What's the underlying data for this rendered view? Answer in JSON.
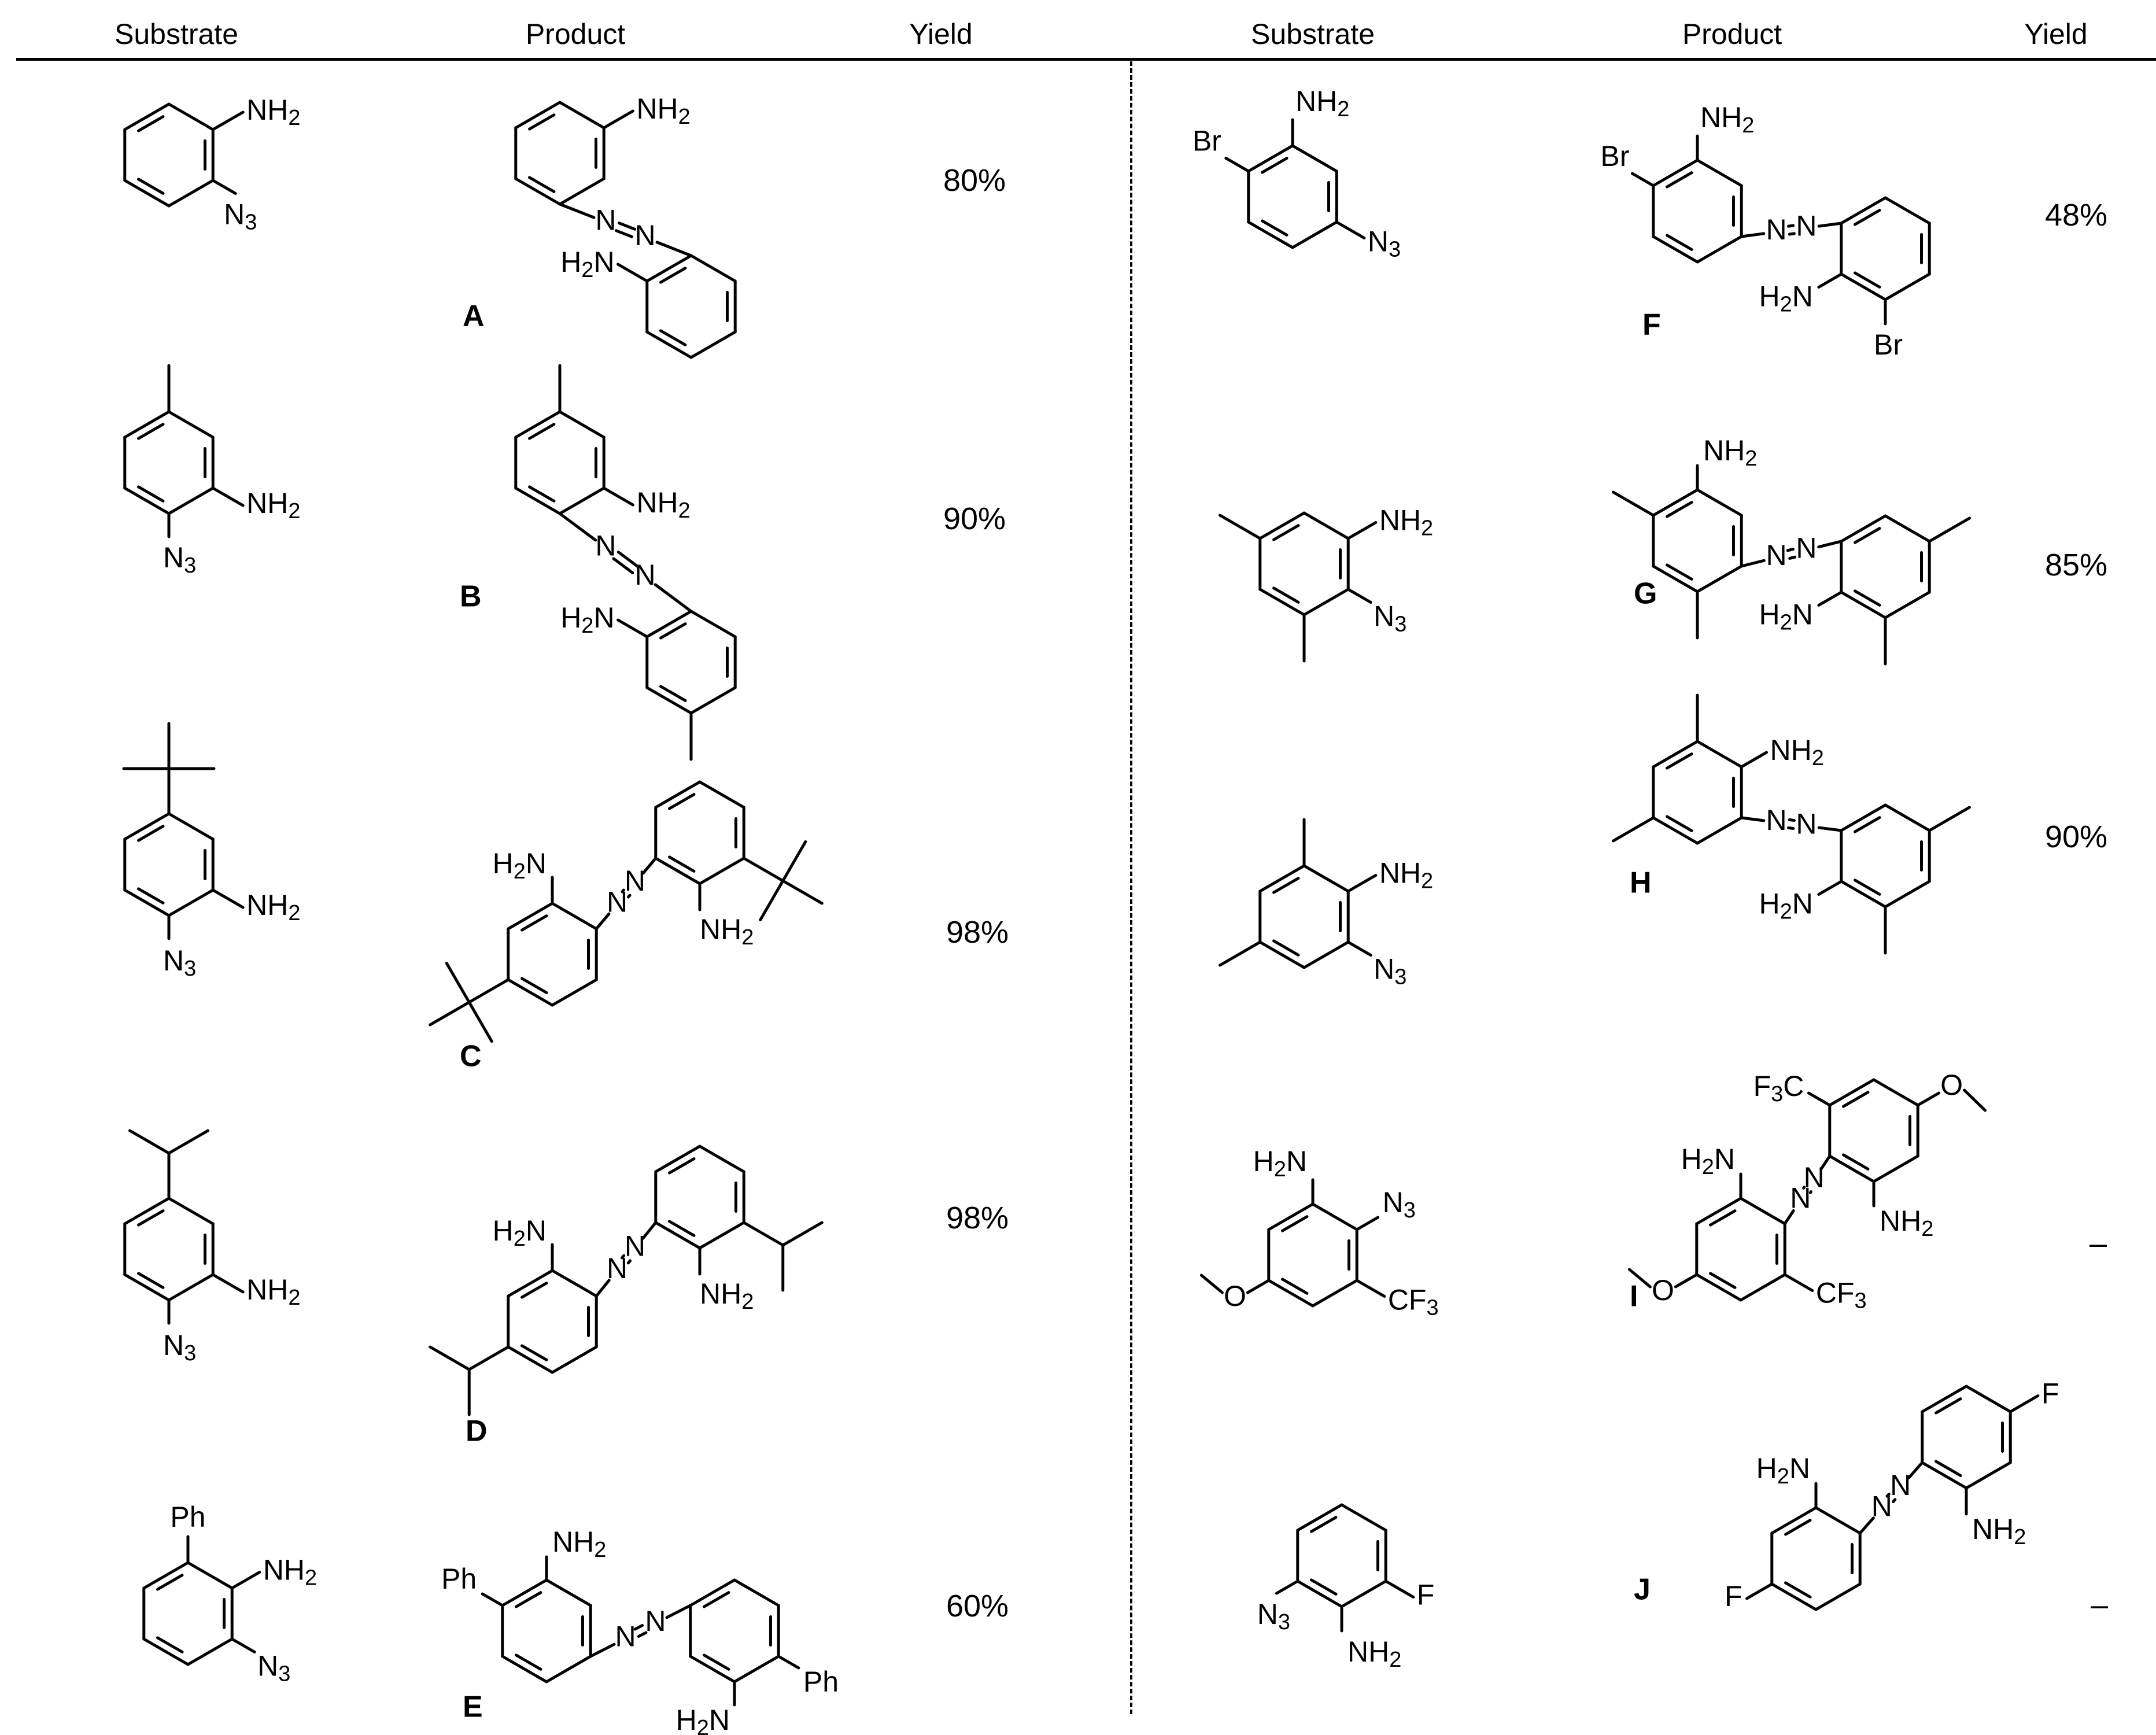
{
  "headers": {
    "left": {
      "substrate": "Substrate",
      "product": "Product",
      "yield": "Yield"
    },
    "right": {
      "substrate": "Substrate",
      "product": "Product",
      "yield": "Yield"
    }
  },
  "compounds": [
    "A",
    "B",
    "C",
    "D",
    "E",
    "F",
    "G",
    "H",
    "I",
    "J"
  ],
  "yields": [
    "80%",
    "90%",
    "98%",
    "98%",
    "60%",
    "48%",
    "85%",
    "90%",
    "–",
    "–"
  ],
  "labels": {
    "nh2": "NH2",
    "h2n": "H2N",
    "n3": "N3",
    "br": "Br",
    "ph": "Ph",
    "cf3": "CF3",
    "f3c": "F3C",
    "f": "F",
    "o": "O",
    "azo_n": "N"
  }
}
